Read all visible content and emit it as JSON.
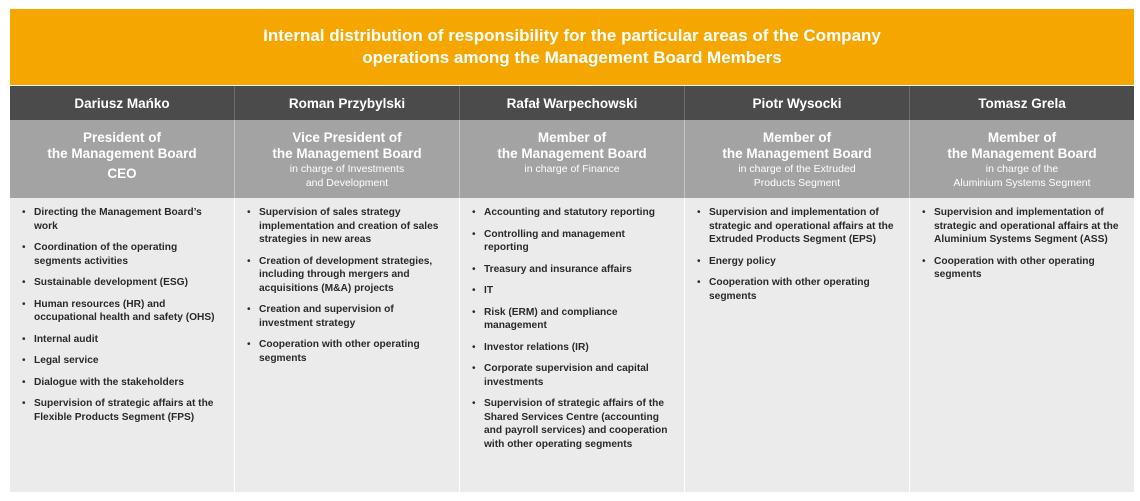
{
  "banner": {
    "line1": "Internal distribution of responsibility for the particular areas of the Company",
    "line2": "operations among the Management Board Members"
  },
  "members": [
    {
      "name": "Dariusz Mańko",
      "role_lines": [
        "President of",
        "the Management Board",
        "CEO"
      ],
      "role_sub": [],
      "duties": [
        "Directing the Management Board’s work",
        "Coordination of the operating segments activities",
        "Sustainable development (ESG)",
        "Human resources (HR) and occupational health and safety (OHS)",
        "Internal audit",
        "Legal service",
        "Dialogue with the stakeholders",
        "Supervision of strategic affairs at the Flexible Products Segment (FPS)"
      ]
    },
    {
      "name": "Roman Przybylski",
      "role_lines": [
        "Vice President of",
        "the Management Board"
      ],
      "role_sub": [
        "in charge of Investments",
        "and Development"
      ],
      "duties": [
        "Supervision of sales strategy implementation and creation of sales strategies in new areas",
        "Creation of development strategies, including through mergers and acquisitions (M&A) projects",
        "Creation and supervision of investment strategy",
        "Cooperation with other operating segments"
      ]
    },
    {
      "name": "Rafał Warpechowski",
      "role_lines": [
        "Member of",
        "the Management Board"
      ],
      "role_sub": [
        "in charge of Finance"
      ],
      "duties": [
        "Accounting and statutory reporting",
        "Controlling and management reporting",
        "Treasury and insurance affairs",
        "IT",
        "Risk (ERM) and compliance management",
        "Investor relations (IR)",
        "Corporate supervision and capital investments",
        "Supervision of strategic affairs of the Shared Services Centre (accounting and payroll services) and cooperation with other operating segments"
      ]
    },
    {
      "name": "Piotr Wysocki",
      "role_lines": [
        "Member of",
        "the Management Board"
      ],
      "role_sub": [
        "in charge of the Extruded",
        "Products Segment"
      ],
      "duties": [
        "Supervision and implementation of strategic and operational affairs at the Extruded Products Segment (EPS)",
        "Energy policy",
        "Cooperation with other operating segments"
      ]
    },
    {
      "name": "Tomasz Grela",
      "role_lines": [
        "Member of",
        "the Management Board"
      ],
      "role_sub": [
        "in charge of the",
        "Aluminium Systems Segment"
      ],
      "duties": [
        "Supervision and implementation of strategic and operational affairs at the Aluminium Systems Segment (ASS)",
        "Cooperation with other operating segments"
      ]
    }
  ],
  "colors": {
    "banner": "#f5a600",
    "name_row": "#4b4b4b",
    "role_row": "#a3a3a3",
    "duties_bg": "#ebebeb",
    "text_dark": "#2a2a2a"
  }
}
